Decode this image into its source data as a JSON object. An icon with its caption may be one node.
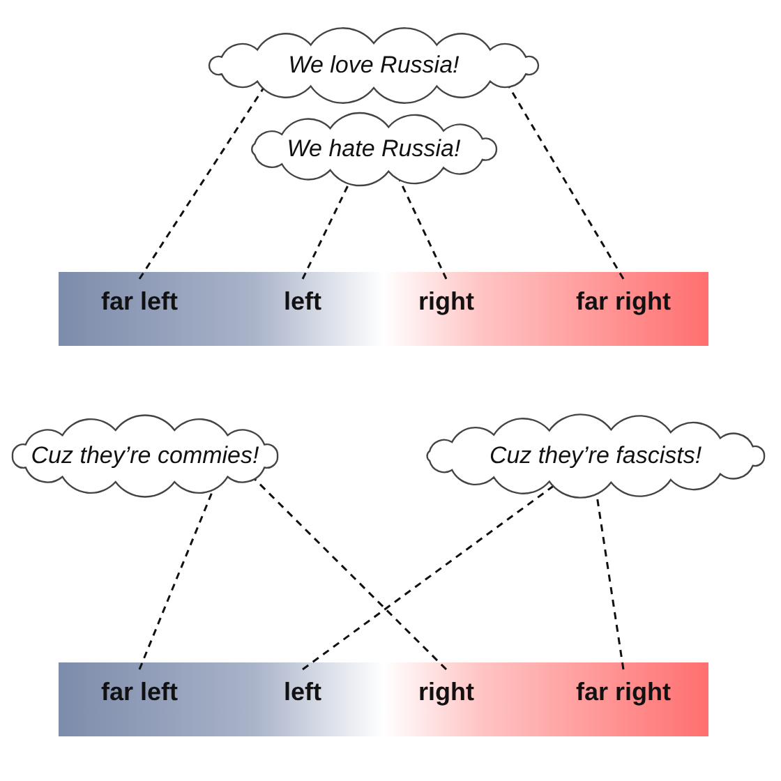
{
  "diagram": {
    "nodes": [
      {
        "text": [
          "We love Russia!"
        ]
      },
      {
        "text": [
          "We hate Russia!"
        ]
      },
      {
        "text": [],
        "shape": "bar"
      },
      {
        "text": [
          "far left"
        ],
        "in": 2
      },
      {
        "text": [
          "left"
        ],
        "in": 2
      },
      {
        "text": [
          "right"
        ],
        "in": 2
      },
      {
        "text": [
          "far right"
        ],
        "in": 2
      },
      {
        "text": [
          "Cuz they’re commies!"
        ]
      },
      {
        "text": [
          "Cuz they’re fascists!"
        ]
      },
      {
        "text": [],
        "shape": "bar"
      },
      {
        "text": [
          "far left"
        ],
        "in": 9
      },
      {
        "text": [
          "left"
        ],
        "in": 9
      },
      {
        "text": [
          "right"
        ],
        "in": 9
      },
      {
        "text": [
          "far right"
        ],
        "in": 9
      }
    ],
    "edges": [
      {
        "from": 0,
        "to": 3,
        "arrow": "none",
        "style": "dashed"
      },
      {
        "from": 0,
        "to": 6,
        "arrow": "none",
        "style": "dashed"
      },
      {
        "from": 1,
        "to": 4,
        "arrow": "none",
        "style": "dashed"
      },
      {
        "from": 1,
        "to": 5,
        "arrow": "none",
        "style": "dashed"
      },
      {
        "from": 7,
        "to": 10,
        "arrow": "none",
        "style": "dashed"
      },
      {
        "from": 7,
        "to": 12,
        "arrow": "none",
        "style": "dashed"
      },
      {
        "from": 8,
        "to": 11,
        "arrow": "none",
        "style": "dashed"
      },
      {
        "from": 8,
        "to": 13,
        "arrow": "none",
        "style": "dashed"
      }
    ]
  }
}
